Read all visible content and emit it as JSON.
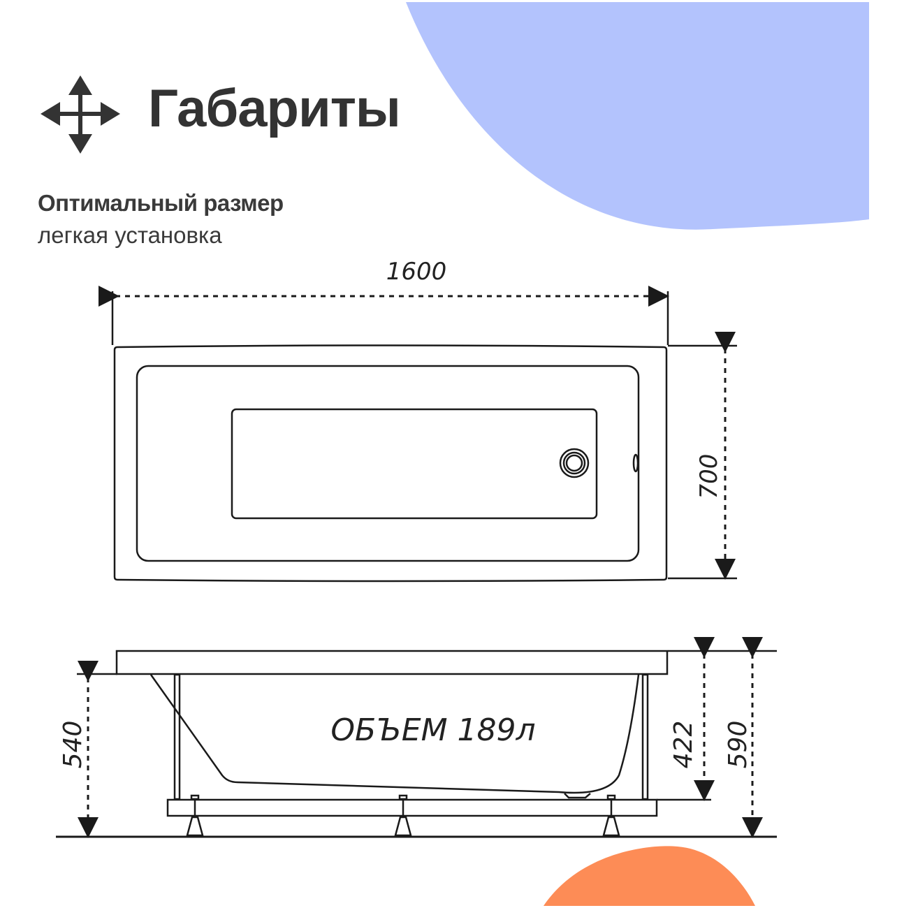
{
  "header": {
    "icon": "move-arrows-icon",
    "title": "Габариты",
    "subtitle": "Оптимальный размер",
    "caption": "легкая установка"
  },
  "colors": {
    "text": "#333333",
    "line": "#1a1a1a",
    "blue_accent": "#b3c3fd",
    "orange_accent": "#fd8c56",
    "background": "#ffffff"
  },
  "top_view": {
    "length_label": "1600",
    "width_label": "700"
  },
  "side_view": {
    "volume_label": "ОБЪЕМ 189л",
    "height_floor_to_rim_label": "540",
    "depth_label": "422",
    "total_height_label": "590"
  }
}
